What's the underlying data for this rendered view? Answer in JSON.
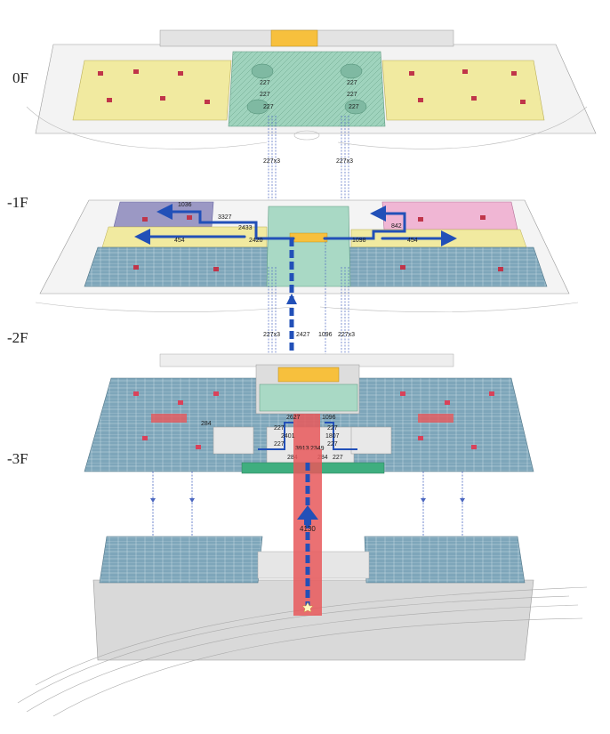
{
  "floors": {
    "f0": "0F",
    "fm1": "-1F",
    "fm2": "-2F",
    "fm3": "-3F"
  },
  "flows": {
    "top_left_connector": "227x3",
    "top_right_connector": "227x3",
    "m1_left_east": "1036",
    "m1_left_mid": "3327",
    "m1_left_a": "2433",
    "m1_left_b": "2420",
    "m1_left_c": "454",
    "m1_right_a": "1098",
    "m1_right_b": "454",
    "m1_right_c": "842",
    "m2_left": "227x3",
    "m2_mid_left": "2427",
    "m2_mid_right": "1096",
    "m2_right": "227x3",
    "m3_a": "2627",
    "m3_b": "1096",
    "m3_c": "227",
    "m3_d": "284",
    "m3_e": "227",
    "m3_f": "2401",
    "m3_g": "3913",
    "m3_h": "2349",
    "m3_i": "1807",
    "m3_j": "227",
    "m3_k": "284",
    "m3_l": "227",
    "m3_m": "284",
    "m3_n": "227",
    "platform_main": "4130",
    "top_a": "227",
    "top_b": "227",
    "top_c": "227",
    "top_d": "227",
    "top_e": "227",
    "top_f": "227"
  },
  "colors": {
    "parking": "#7ea6ba",
    "plaza": "#9fd3bd",
    "commercial": "#f1eaa0",
    "west_block": "#9b98c4",
    "east_block": "#f0b6d4",
    "station_hall": "#f7c03d",
    "platform_highlight": "#e8585a",
    "flow_blue": "#2250b8",
    "ground_grey": "#d9d9d9"
  }
}
